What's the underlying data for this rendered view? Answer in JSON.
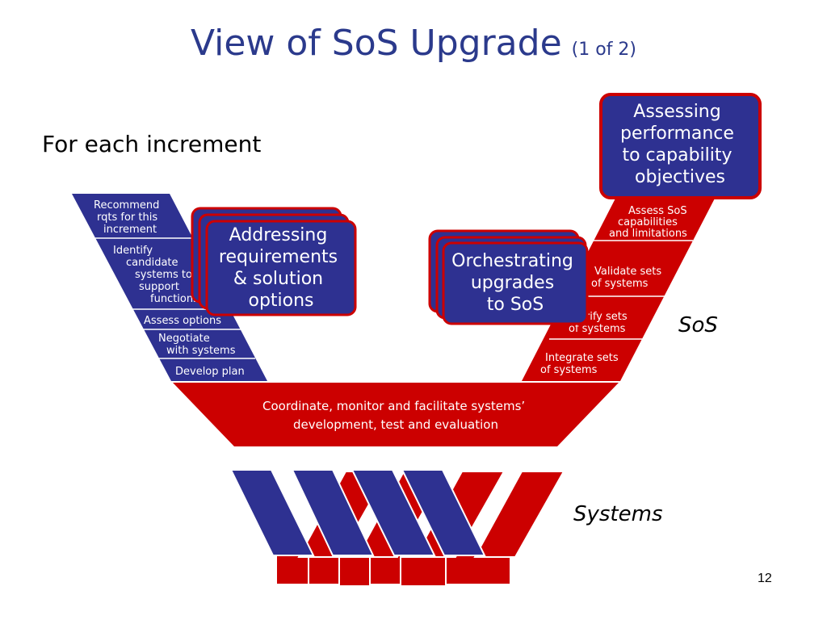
{
  "slide": {
    "title": "View of SoS Upgrade",
    "title_sub": "(1 of 2)",
    "subtitle": "For each increment",
    "page_number": "12",
    "sos_label": "SoS",
    "systems_label": "Systems"
  },
  "left_arm": {
    "steps": [
      [
        "Recommend",
        "rqts for this",
        "increment"
      ],
      [
        "Identify",
        "candidate",
        "systems to",
        "support",
        "functions"
      ],
      [
        "Assess options"
      ],
      [
        "Negotiate",
        "with systems"
      ],
      [
        "Develop plan"
      ]
    ]
  },
  "right_arm": {
    "steps": [
      [
        "Assess SoS",
        "capabilities",
        "and limitations"
      ],
      [
        "Validate sets",
        "of systems"
      ],
      [
        "Verify sets",
        "of systems"
      ],
      [
        "Integrate sets",
        "of systems"
      ]
    ]
  },
  "bottom": {
    "lines": [
      "Coordinate, monitor and facilitate systems’",
      "development, test and evaluation"
    ]
  },
  "callouts": {
    "addressing": [
      "Addressing",
      "requirements",
      "& solution",
      "options"
    ],
    "orchestrating": [
      "Orchestrating",
      "upgrades",
      "to SoS"
    ],
    "assessing": [
      "Assessing",
      "performance",
      "to capability",
      "objectives"
    ]
  },
  "colors": {
    "red": "#cc0000",
    "blue": "#2e3191",
    "title_blue": "#2b3a8c"
  }
}
